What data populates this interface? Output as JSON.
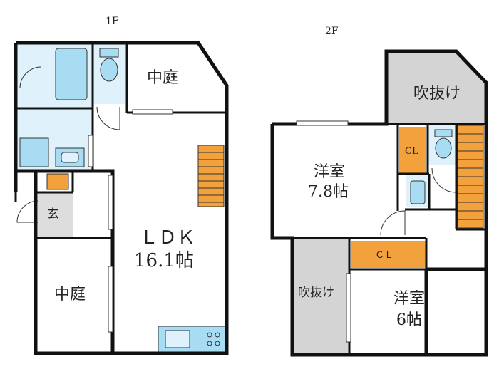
{
  "floor1": {
    "label": "1F",
    "courtyard_top": "中庭",
    "entrance": "玄",
    "ldk_line1": "ＬＤＫ",
    "ldk_line2": "16.1帖",
    "courtyard_bottom": "中庭"
  },
  "floor2": {
    "label": "2F",
    "void_top": "吹抜け",
    "western_room_a_name": "洋室",
    "western_room_a_size": "7.8帖",
    "closet_small": "CL",
    "closet_wide": "ＣＬ",
    "void_bottom": "吹抜け",
    "western_room_b_name": "洋室",
    "western_room_b_size": "6帖"
  },
  "colors": {
    "wall": "#111111",
    "wet_area": "#dff1fb",
    "fixture_blue": "#a8dcf3",
    "stairs": "#f2a13c",
    "closet": "#f2a13c",
    "void": "#d4d4d4",
    "entrance_floor": "#dddddd"
  }
}
